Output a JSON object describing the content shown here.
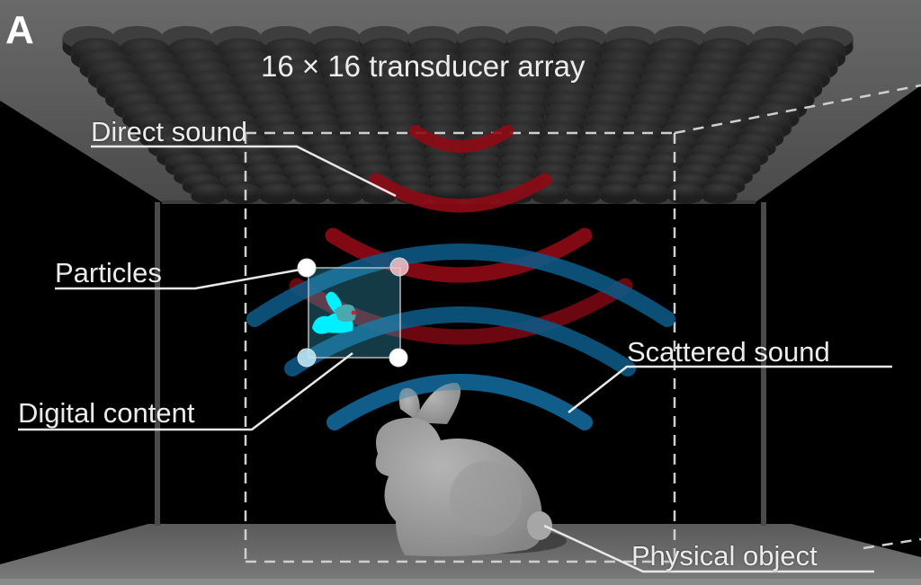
{
  "figure": {
    "panel_letter": "A",
    "title": "16 × 16 transducer array",
    "array": {
      "rows": 16,
      "cols": 16
    }
  },
  "labels": {
    "direct_sound": "Direct sound",
    "particles": "Particles",
    "digital_content": "Digital content",
    "scattered_sound": "Scattered sound",
    "physical_object": "Physical object"
  },
  "colors": {
    "direct_sound_wave": "#8e0a16",
    "scattered_sound_wave": "#0d5a86",
    "particle": "#ffffff",
    "digital_content_fill": "#3fb4d8",
    "digital_content_rabbit": "#00f0ff",
    "transducer": "#2a2a2a",
    "ceiling": "#5a5a5a",
    "floor": "#6e6e6e",
    "label_text": "#ececec"
  }
}
